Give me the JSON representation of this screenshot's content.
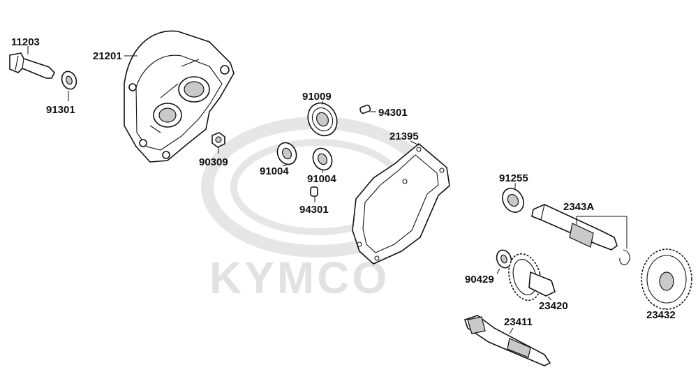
{
  "watermark": {
    "text": "KYMCO"
  },
  "parts": [
    {
      "id": "p11203",
      "number": "11203"
    },
    {
      "id": "p91301",
      "number": "91301"
    },
    {
      "id": "p21201",
      "number": "21201"
    },
    {
      "id": "p90309",
      "number": "90309"
    },
    {
      "id": "p91009",
      "number": "91009"
    },
    {
      "id": "p94301a",
      "number": "94301"
    },
    {
      "id": "p91004a",
      "number": "91004"
    },
    {
      "id": "p91004b",
      "number": "91004"
    },
    {
      "id": "p94301b",
      "number": "94301"
    },
    {
      "id": "p21395",
      "number": "21395"
    },
    {
      "id": "p91255",
      "number": "91255"
    },
    {
      "id": "p2343A",
      "number": "2343A"
    },
    {
      "id": "p90429",
      "number": "90429"
    },
    {
      "id": "p23420",
      "number": "23420"
    },
    {
      "id": "p23432",
      "number": "23432"
    },
    {
      "id": "p23411",
      "number": "23411"
    }
  ],
  "colors": {
    "line": "#111111",
    "watermark": "#e2e2e2",
    "background": "#ffffff"
  }
}
